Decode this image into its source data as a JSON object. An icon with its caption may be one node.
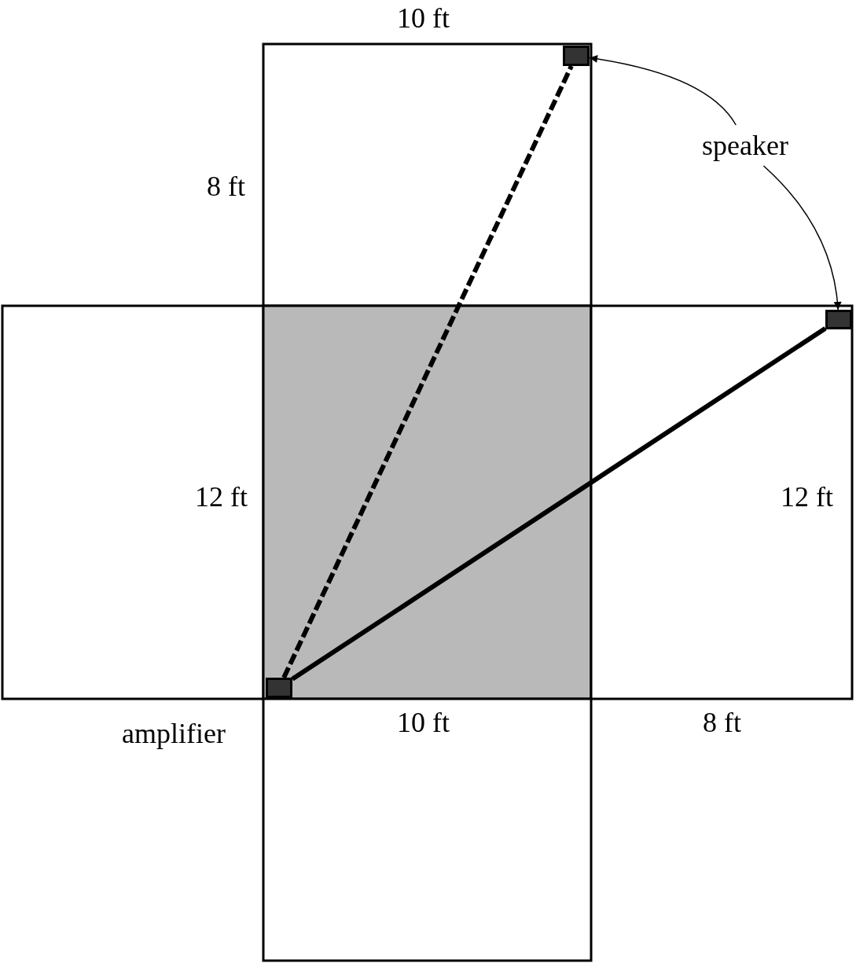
{
  "diagram": {
    "nodes": [
      {
        "text": [
          "speaker"
        ]
      },
      {
        "text": [],
        "shape": "box"
      },
      {
        "text": [],
        "shape": "box"
      },
      {
        "text": [],
        "shape": "box"
      }
    ],
    "edges": [
      {
        "from": 0,
        "to": 1,
        "arrow": "to"
      },
      {
        "from": 0,
        "to": 2,
        "arrow": "to"
      },
      {
        "from": 3,
        "to": 1,
        "arrow": "none",
        "style": "dashed"
      },
      {
        "from": 3,
        "to": 2,
        "arrow": "none",
        "style": "thick"
      }
    ],
    "labels": [
      "10 ft",
      "8 ft",
      "12 ft",
      "12 ft",
      "amplifier",
      "10 ft",
      "8 ft"
    ]
  }
}
